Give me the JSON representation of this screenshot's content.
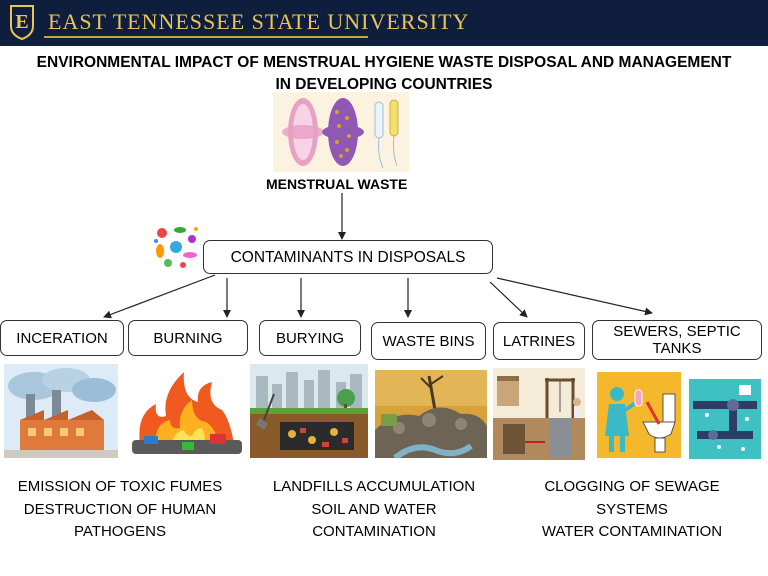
{
  "header": {
    "university": "EAST TENNESSEE STATE UNIVERSITY",
    "logo_letter": "E",
    "colors": {
      "navy": "#0f1e3c",
      "gold": "#e8c55a"
    }
  },
  "title": {
    "line1": "ENVIRONMENTAL IMPACT OF MENSTRUAL HYGIENE WASTE DISPOSAL AND MANAGEMENT",
    "line2": "IN DEVELOPING COUNTRIES"
  },
  "root_label": "MENSTRUAL WASTE",
  "contaminants_label": "CONTAMINANTS IN DISPOSALS",
  "methods": {
    "inceration": "INCERATION",
    "burning": "BURNING",
    "burying": "BURYING",
    "waste_bins": "WASTE BINS",
    "latrines": "LATRINES",
    "sewers_line1": "SEWERS, SEPTIC",
    "sewers_line2": "TANKS"
  },
  "impacts": {
    "emission": [
      "EMISSION OF TOXIC FUMES",
      "DESTRUCTION OF HUMAN",
      "PATHOGENS"
    ],
    "landfill": [
      "LANDFILLS ACCUMULATION",
      "SOIL AND WATER",
      "CONTAMINATION"
    ],
    "sewage": [
      "CLOGGING OF SEWAGE",
      "SYSTEMS",
      "WATER CONTAMINATION"
    ]
  },
  "icons": [
    "university-shield-icon",
    "sanitary-pads-picture",
    "germs-icon",
    "factory-smoke-picture",
    "fire-picture",
    "landfill-picture",
    "waste-dump-picture",
    "latrine-well-picture",
    "toilet-disposal-picture",
    "pipes-leak-picture"
  ]
}
